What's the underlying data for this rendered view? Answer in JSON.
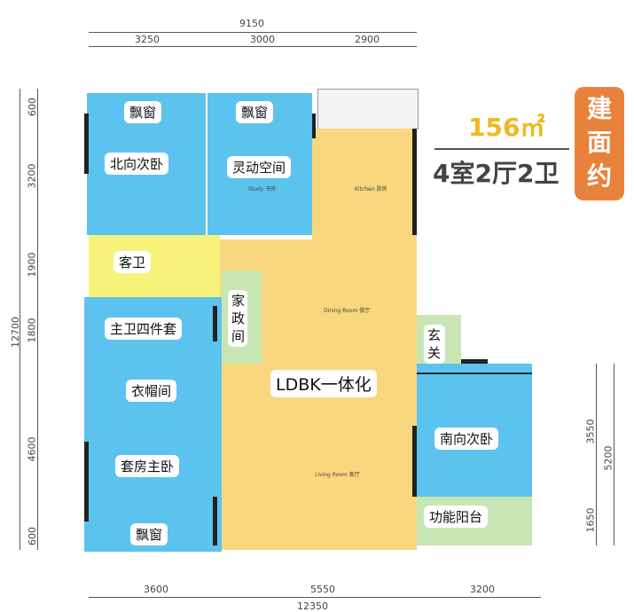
{
  "summary": {
    "area": "156㎡",
    "layout": "4室2厅2卫",
    "badge": [
      "建",
      "面",
      "约"
    ]
  },
  "colors": {
    "bedroom": "#5cc3ee",
    "living": "#f9d77e",
    "bath": "#f7f27a",
    "utility": "#c7e6b4",
    "badge": "#e8823a",
    "area": "#f0b81c"
  },
  "dimensions": {
    "top_total": "9150",
    "top": [
      "3250",
      "3000",
      "2900"
    ],
    "left_total": "12700",
    "left": [
      "600",
      "3200",
      "1900",
      "1800",
      "4600",
      "600"
    ],
    "right": [
      "3550",
      "1650"
    ],
    "right_total": "5200",
    "bottom": [
      "3600",
      "5550",
      "3200"
    ],
    "bottom_total": "12350"
  },
  "rooms": {
    "bay_window_1": "飘窗",
    "bay_window_2": "飘窗",
    "bay_window_3": "飘窗",
    "north_bedroom": "北向次卧",
    "flex_space": "灵动空间",
    "guest_bath": "客卫",
    "housekeeping": "家政间",
    "master_bath": "主卫四件套",
    "cloakroom": "衣帽间",
    "master_bedroom": "套房主卧",
    "ldbk": "LDBK一体化",
    "entry": "玄关",
    "south_bedroom": "南向次卧",
    "utility_balcony": "功能阳台"
  },
  "plan_text": {
    "study": "Study 书房",
    "kitchen": "Kitchen 厨房",
    "dining": "Dining Room 餐厅",
    "living": "Living Room 客厅"
  }
}
